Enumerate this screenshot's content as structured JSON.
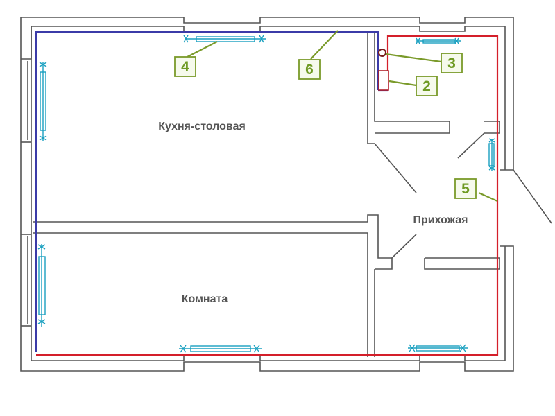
{
  "rooms": {
    "kitchen": "Кухня-столовая",
    "hall": "Прихожая",
    "room": "Комната"
  },
  "callouts": {
    "c2": "2",
    "c3": "3",
    "c4": "4",
    "c5": "5",
    "c6": "6"
  },
  "colors": {
    "walls": "#555555",
    "pipe_supply": "#3b3ba8",
    "pipe_return": "#d41f2a",
    "radiator": "#1aa0c0",
    "callout": "#7a9a2a"
  }
}
